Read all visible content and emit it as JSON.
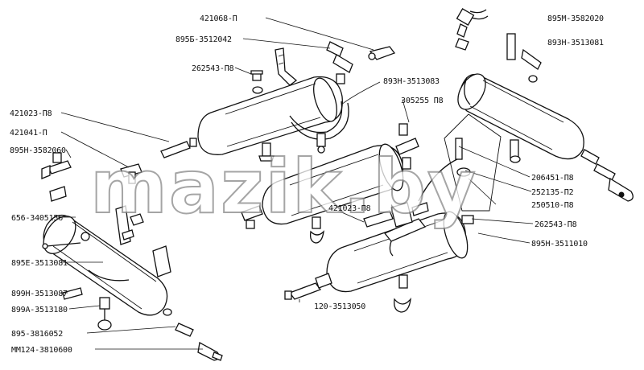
{
  "watermark": "mazik.by",
  "labels": {
    "p421068": "421068-П",
    "p895b_3512042": "895Б-3512042",
    "p262543_top": "262543-П8",
    "p893n_3513083": "893Н-3513083",
    "p305255": "305255 П8",
    "p895m_3582020": "895М-3582020",
    "p893n_3513081": "893Н-3513081",
    "p421023_left": "421023-П8",
    "p421041": "421041-П",
    "p895n_3582060": "895Н-3582060",
    "p656_3405156": "656-3405156",
    "p895e_3513081": "895Е-3513081",
    "p899n_3513087": "899Н-3513087",
    "p899a_3513180": "899А-3513180",
    "p895_3816052": "895-3816052",
    "pmm124": "ММ124-3810600",
    "p421023_mid": "421023-П8",
    "p120_3513050": "120-3513050",
    "p206451": "206451-П8",
    "p252135": "252135-П2",
    "p250510": "250510-П8",
    "p262543_right": "262543-П8",
    "p895n_3511010": "895Н-3511010"
  }
}
